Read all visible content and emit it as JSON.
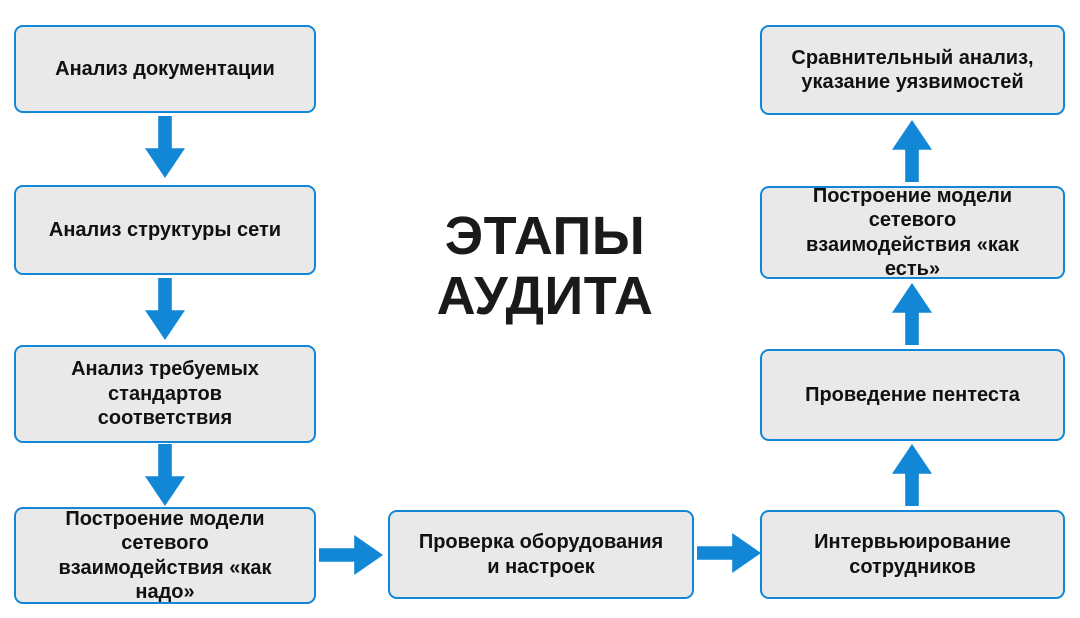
{
  "title": {
    "lines": [
      "ЭТАПЫ",
      "АУДИТА"
    ]
  },
  "colors": {
    "accent": "#1287d6",
    "box-bg": "#e9e9e9",
    "text": "#111111"
  },
  "steps": {
    "analyze_docs": {
      "label": "Анализ документации"
    },
    "analyze_network": {
      "label": "Анализ структуры сети"
    },
    "analyze_standards": {
      "label": "Анализ требуемых стандартов соответствия"
    },
    "model_as_needed": {
      "label": "Построение модели сетевого взаимодействия «как надо»"
    },
    "check_equipment": {
      "label": "Проверка оборудования и настроек"
    },
    "interview": {
      "label": "Интервьюирование сотрудников"
    },
    "pentest": {
      "label": "Проведение пентеста"
    },
    "model_as_is": {
      "label": "Построение модели сетевого взаимодействия «как есть»"
    },
    "comparative": {
      "label": "Сравнительный анализ, указание уязвимостей"
    }
  }
}
